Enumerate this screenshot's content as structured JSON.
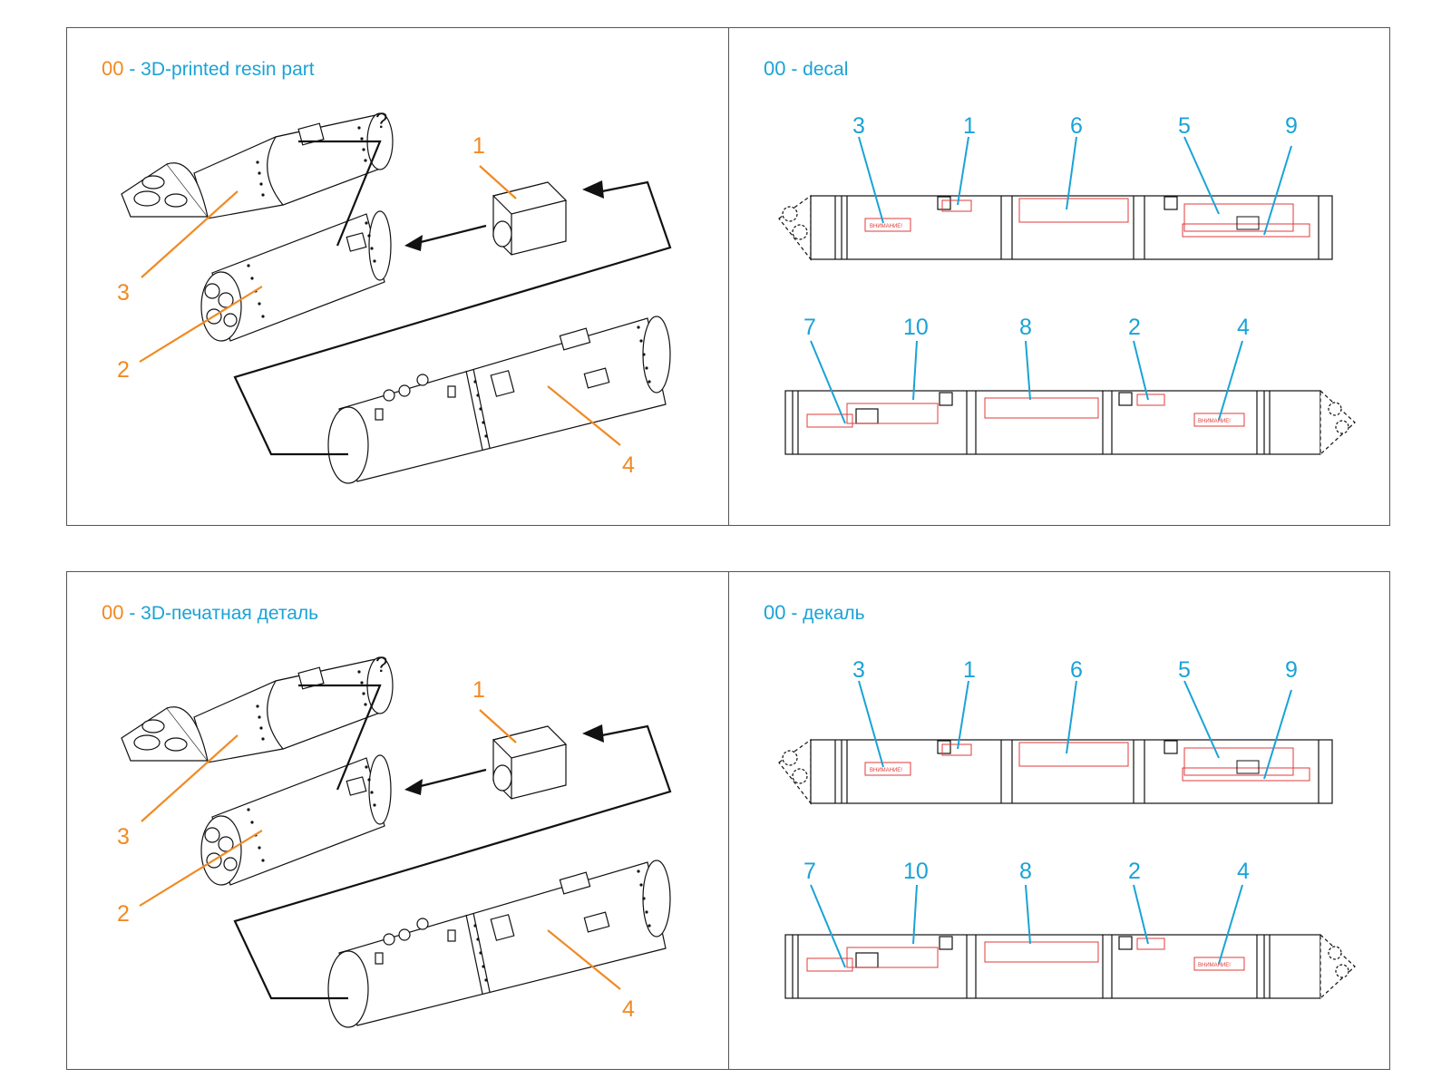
{
  "colors": {
    "orange": "#f08a24",
    "blue": "#1aa3d6",
    "decal_red": "#e23b3b",
    "line": "#111111"
  },
  "sheets": [
    {
      "left": {
        "code": "00",
        "separator": "-",
        "text": "3D-printed resin part"
      },
      "right": {
        "code": "00",
        "separator": "-",
        "text": "decal"
      }
    },
    {
      "left": {
        "code": "00",
        "separator": "-",
        "text": "3D-печатная деталь"
      },
      "right": {
        "code": "00",
        "separator": "-",
        "text": "декаль"
      }
    }
  ],
  "resin_callouts": [
    "1",
    "2",
    "3",
    "4"
  ],
  "question_mark": "?",
  "decal_callouts_top": [
    "3",
    "1",
    "6",
    "5",
    "9"
  ],
  "decal_callouts_bottom": [
    "7",
    "10",
    "8",
    "2",
    "4"
  ],
  "stencil_text": "ВНИМАНИЕ!"
}
